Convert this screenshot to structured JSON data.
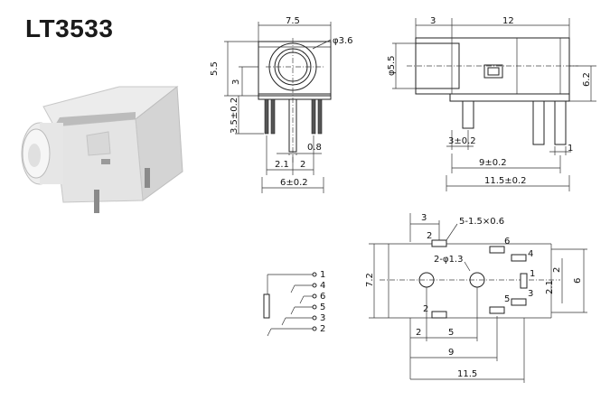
{
  "title": "LT3533",
  "dimensions": {
    "front_width": "7.5",
    "front_hole": "φ3.6",
    "front_height": "5.5",
    "front_center": "3",
    "front_pin_length": "3.5±0.2",
    "front_pin_width": "0.8",
    "front_pitch_a": "2.1",
    "front_pitch_b": "2",
    "front_total": "6±0.2",
    "side_front": "3",
    "side_length": "12",
    "side_diameter": "φ5.5",
    "side_height": "6.2",
    "side_first_pin": "3±0.2",
    "side_pin_width": "1",
    "side_pin_span": "9±0.2",
    "side_total": "11.5±0.2",
    "pcb_top_offset": "3",
    "pcb_pad_spec": "5-1.5×0.6",
    "pcb_hole_spec": "2-φ1.3",
    "pcb_height": "7.2",
    "pcb_height2": "6",
    "pcb_right_2": "2",
    "pcb_right_21": "2.1",
    "pcb_bottom_2": "2",
    "pcb_bottom_5": "5",
    "pcb_span_9": "9",
    "pcb_span_115": "11.5"
  },
  "pcb_pad_numbers": [
    "2",
    "6",
    "4",
    "1",
    "5",
    "3",
    "2"
  ],
  "schematic_pins": [
    "1",
    "4",
    "6",
    "5",
    "3",
    "2"
  ]
}
